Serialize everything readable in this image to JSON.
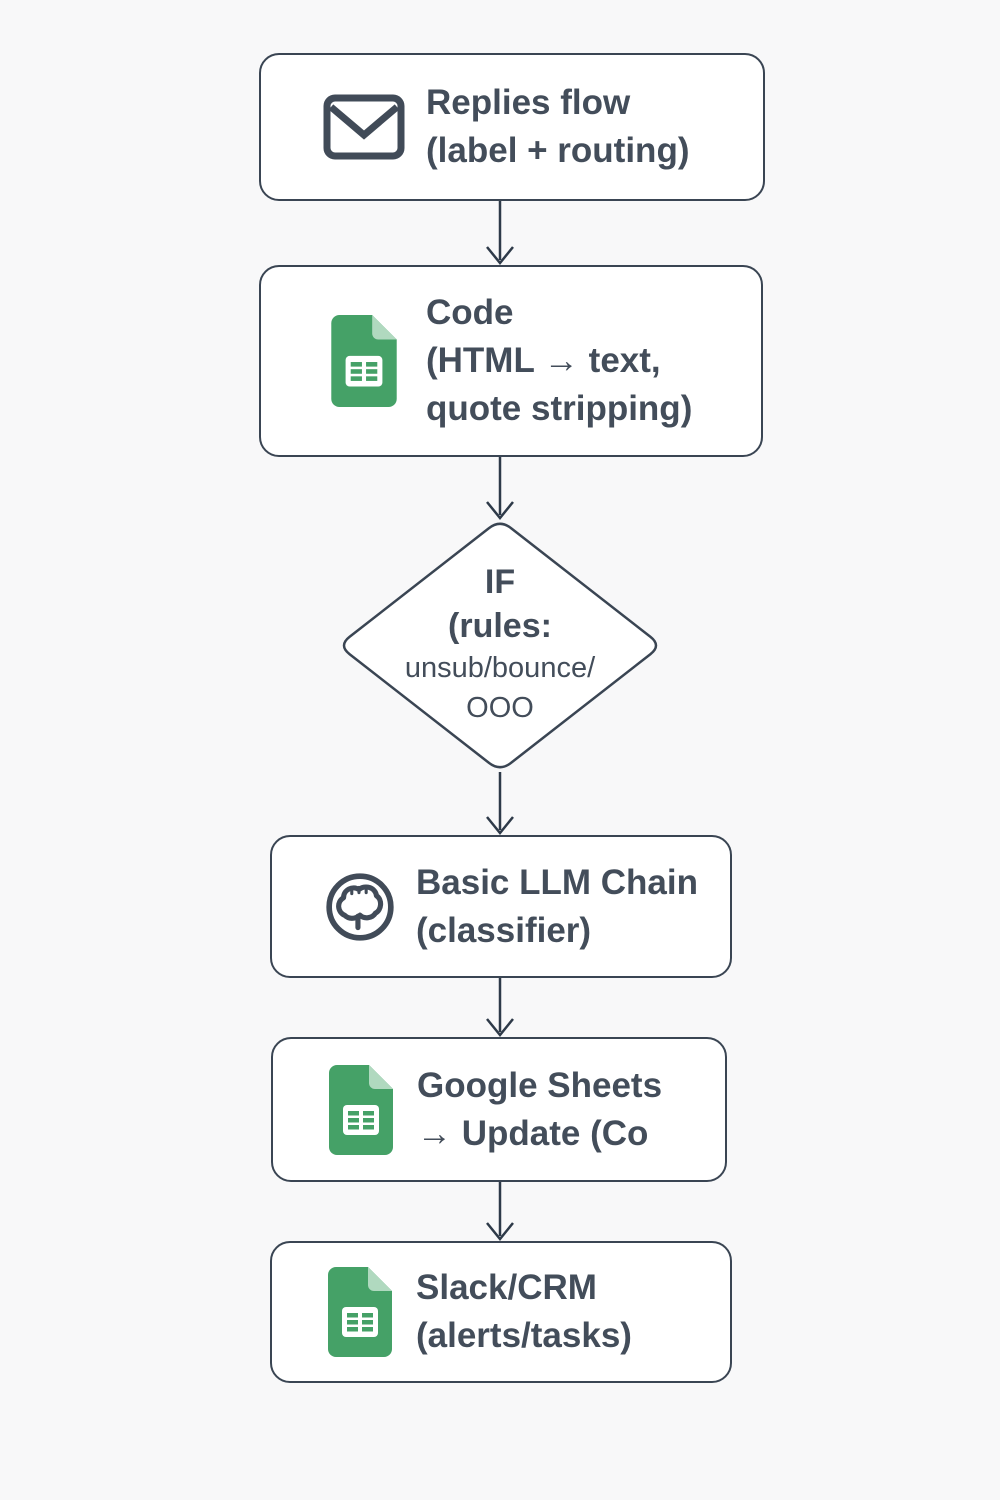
{
  "colors": {
    "background": "#f8f8f9",
    "node_fill": "#ffffff",
    "stroke": "#3a4553",
    "text": "#434d5a",
    "sheets_green": "#45a167",
    "sheets_fold": "#b0d9bf"
  },
  "nodes": [
    {
      "id": "replies-flow",
      "shape": "rect",
      "icon": "email-icon",
      "lines": [
        "Replies flow",
        "(label + routing)"
      ]
    },
    {
      "id": "code",
      "shape": "rect",
      "icon": "sheets-icon",
      "lines": [
        "Code",
        "(HTML → text,",
        "quote stripping)"
      ]
    },
    {
      "id": "if-rules",
      "shape": "diamond",
      "icon": null,
      "lines": [
        "IF",
        "(rules:",
        "unsub/bounce/",
        "OOO"
      ]
    },
    {
      "id": "basic-llm-chain",
      "shape": "rect",
      "icon": "brain-icon",
      "lines": [
        "Basic LLM Chain",
        "(classifier)"
      ]
    },
    {
      "id": "google-sheets-update",
      "shape": "rect",
      "icon": "sheets-icon",
      "lines": [
        "Google Sheets",
        "→ Update (Co"
      ]
    },
    {
      "id": "slack-crm",
      "shape": "rect",
      "icon": "sheets-icon",
      "lines": [
        "Slack/CRM",
        "(alerts/tasks)"
      ]
    }
  ],
  "edges": [
    {
      "from": "replies-flow",
      "to": "code"
    },
    {
      "from": "code",
      "to": "if-rules"
    },
    {
      "from": "if-rules",
      "to": "basic-llm-chain"
    },
    {
      "from": "basic-llm-chain",
      "to": "google-sheets-update"
    },
    {
      "from": "google-sheets-update",
      "to": "slack-crm"
    }
  ]
}
